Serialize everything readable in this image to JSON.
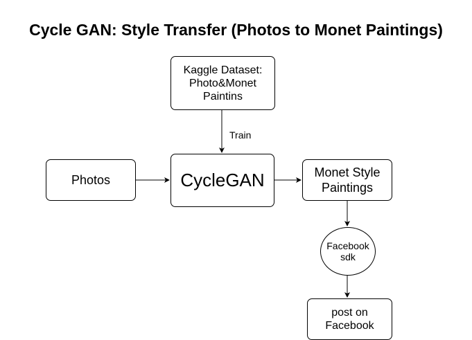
{
  "title": "Cycle GAN: Style Transfer (Photos to Monet Paintings)",
  "nodes": {
    "dataset": "Kaggle Dataset:\nPhoto&Monet\nPaintins",
    "photos": "Photos",
    "cyclegan": "CycleGAN",
    "monet": "Monet Style\nPaintings",
    "facebook_sdk": "Facebook\nsdk",
    "post": "post on\nFacebook"
  },
  "edges": {
    "train_label": "Train"
  },
  "colors": {
    "stroke": "#000000",
    "fill": "#ffffff"
  }
}
